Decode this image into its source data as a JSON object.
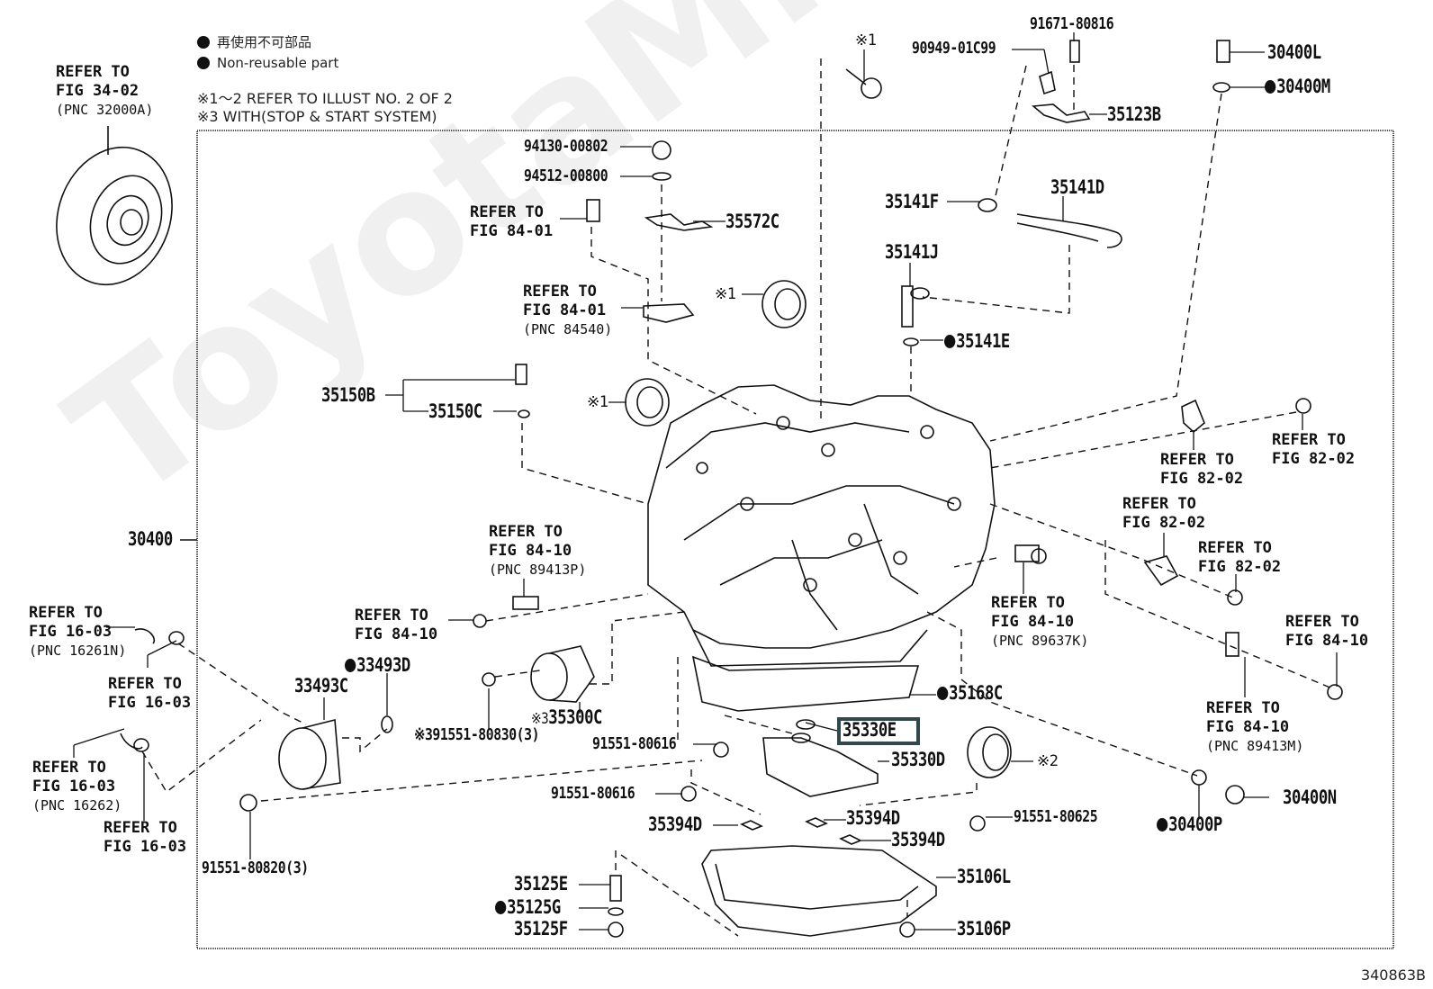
{
  "legend": {
    "nonreusable_jp": "再使用不可部品",
    "nonreusable_en": "Non-reusable part",
    "note1": "※1〜2 REFER TO ILLUST NO. 2 OF 2",
    "note2": "※3 WITH(STOP & START SYSTEM)"
  },
  "watermark": "ToyotaMine.ru",
  "figure_id": "340863B",
  "highlighted_part": "35330E",
  "parts": {
    "p30400": "30400",
    "p30400L": "30400L",
    "p30400M": "30400M",
    "p30400N": "30400N",
    "p30400P": "30400P",
    "p90949": "90949-01C99",
    "p91671": "91671-80816",
    "p35123B": "35123B",
    "p94130": "94130-00802",
    "p94512": "94512-00800",
    "p35572C": "35572C",
    "p35141F": "35141F",
    "p35141D": "35141D",
    "p35141J": "35141J",
    "p35141E": "35141E",
    "p35150B": "35150B",
    "p35150C": "35150C",
    "p33493C": "33493C",
    "p33493D": "33493D",
    "p35300C": "35300C",
    "p391551": "※391551-80830(3)",
    "p91551_80616a": "91551-80616",
    "p91551_80616b": "91551-80616",
    "p35330E": "35330E",
    "p35330D": "35330D",
    "p35168C": "35168C",
    "p35394Da": "35394D",
    "p35394Db": "35394D",
    "p35394Dc": "35394D",
    "p91551_80625": "91551-80625",
    "p91551_80820": "91551-80820(3)",
    "p35125E": "35125E",
    "p35125G": "35125G",
    "p35125F": "35125F",
    "p35106L": "35106L",
    "p35106P": "35106P",
    "note_x1a": "※1",
    "note_x1b": "※1",
    "note_x1c": "※1",
    "note_x2": "※2",
    "note_x3": "※3"
  },
  "refs": {
    "r34_02": [
      "REFER TO",
      "FIG 34-02",
      "(PNC 32000A)"
    ],
    "r84_01a": [
      "REFER TO",
      "FIG 84-01"
    ],
    "r84_01b": [
      "REFER TO",
      "FIG 84-01",
      "(PNC 84540)"
    ],
    "r82_02a": [
      "REFER TO",
      "FIG 82-02"
    ],
    "r82_02b": [
      "REFER TO",
      "FIG 82-02"
    ],
    "r82_02c": [
      "REFER TO",
      "FIG 82-02"
    ],
    "r82_02d": [
      "REFER TO",
      "FIG 82-02"
    ],
    "r84_10a": [
      "REFER TO",
      "FIG 84-10",
      "(PNC 89413P)"
    ],
    "r84_10b": [
      "REFER TO",
      "FIG 84-10"
    ],
    "r84_10c": [
      "REFER TO",
      "FIG 84-10",
      "(PNC 89637K)"
    ],
    "r84_10d": [
      "REFER TO",
      "FIG 84-10"
    ],
    "r84_10e": [
      "REFER TO",
      "FIG 84-10",
      "(PNC 89413M)"
    ],
    "r16_03a": [
      "REFER TO",
      "FIG 16-03",
      "(PNC 16261N)"
    ],
    "r16_03b": [
      "REFER TO",
      "FIG 16-03"
    ],
    "r16_03c": [
      "REFER TO",
      "FIG 16-03",
      "(PNC 16262)"
    ],
    "r16_03d": [
      "REFER TO",
      "FIG 16-03"
    ]
  }
}
